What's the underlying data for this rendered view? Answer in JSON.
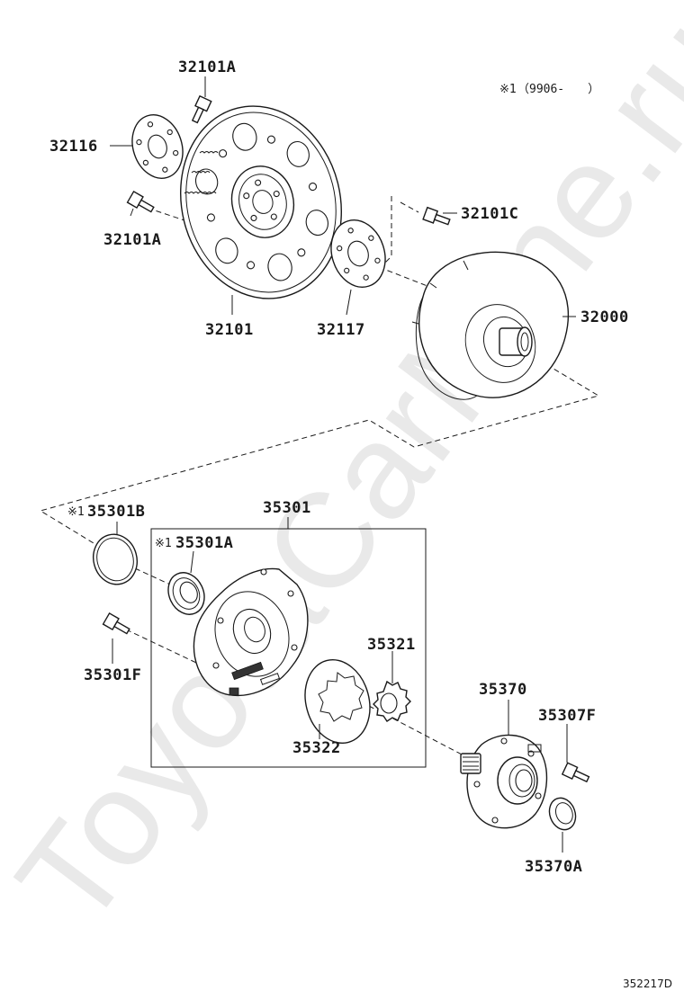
{
  "watermark": "ToyotaCarMine.ru",
  "note": {
    "mark": "※1",
    "text": "（9906-　　）"
  },
  "diagram_code": "352217D",
  "labels": {
    "p32101A_top": "32101A",
    "p32116": "32116",
    "p32101A_left": "32101A",
    "p32101": "32101",
    "p32117": "32117",
    "p32101C": "32101C",
    "p32000": "32000",
    "p35301B": "35301B",
    "p35301B_mark": "※1",
    "p35301": "35301",
    "p35301A": "35301A",
    "p35301A_mark": "※1",
    "p35301F": "35301F",
    "p35321": "35321",
    "p35322": "35322",
    "p35370": "35370",
    "p35307F": "35307F",
    "p35370A": "35370A"
  }
}
